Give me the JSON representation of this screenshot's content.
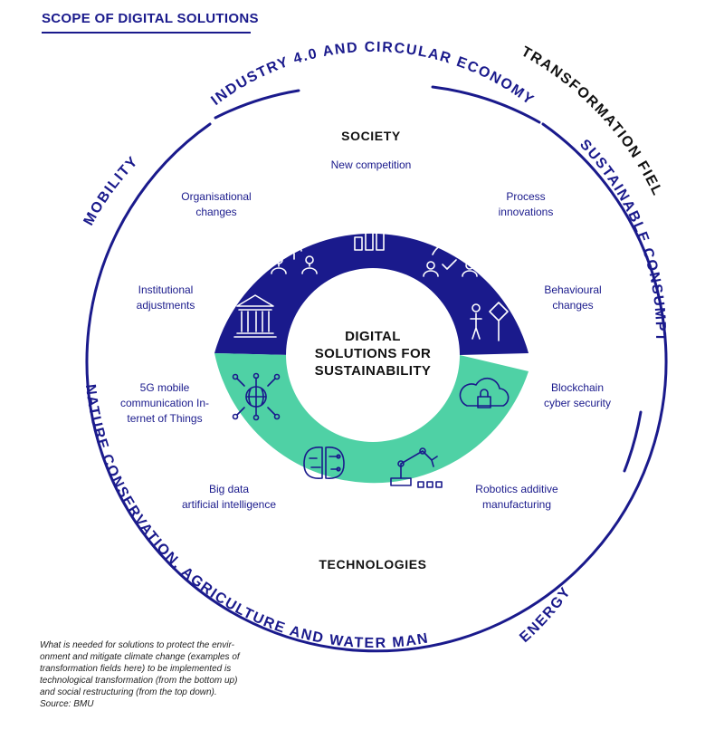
{
  "title": "SCOPE OF DIGITAL SOLUTIONS",
  "center_lines": [
    "DIGITAL",
    "SOLUTIONS FOR",
    "SUSTAINABILITY"
  ],
  "inner_headers": {
    "top": "SOCIETY",
    "bottom": "TECHNOLOGIES"
  },
  "society_items": {
    "top": [
      "New competition"
    ],
    "upper_left": [
      "Organisational",
      "changes"
    ],
    "upper_right": [
      "Process",
      "innovations"
    ],
    "mid_left": [
      "Institutional",
      "adjustments"
    ],
    "mid_right": [
      "Behavioural",
      "changes"
    ]
  },
  "technology_items": {
    "mid_left": [
      "5G mobile",
      "communication In-",
      "ternet of Things"
    ],
    "mid_right": [
      "Blockchain",
      "cyber security"
    ],
    "low_left": [
      "Big data",
      "artificial intelligence"
    ],
    "low_right": [
      "Robotics additive",
      "manufacturing"
    ]
  },
  "transformation_fields": {
    "label": "TRANSFORMATION FIELDS",
    "items": [
      "INDUSTRY 4.0 AND CIRCULAR ECONOMY",
      "SUSTAINABLE CONSUMPTION",
      "ENERGY",
      "NATURE CONSERVATION, AGRICULTURE AND WATER MANAGEMENT",
      "MOBILITY"
    ]
  },
  "caption": "What is needed for solutions to protect the environment and mitigate climate change (examples of transformation fields here) to be implemented is technological transformation (from the bottom up) and social restructuring (from the top down). Source: BMU",
  "caption_lines": [
    "What is needed for solutions to protect the envir-",
    "onment and mitigate climate change (examples of",
    "transformation fields here) to be implemented is",
    "technological transformation (from the bottom up)",
    "and social restructuring (from the top down).",
    "Source: BMU"
  ],
  "icons": [
    "org-chart-icon",
    "bar-growth-icon",
    "team-cycle-icon",
    "government-building-icon",
    "person-sign-icon",
    "network-globe-icon",
    "brain-circuit-icon",
    "robot-arm-icon",
    "cloud-lock-icon"
  ],
  "colors": {
    "navy": "#1a1a8c",
    "mint": "#4fd1a5",
    "white": "#ffffff"
  }
}
